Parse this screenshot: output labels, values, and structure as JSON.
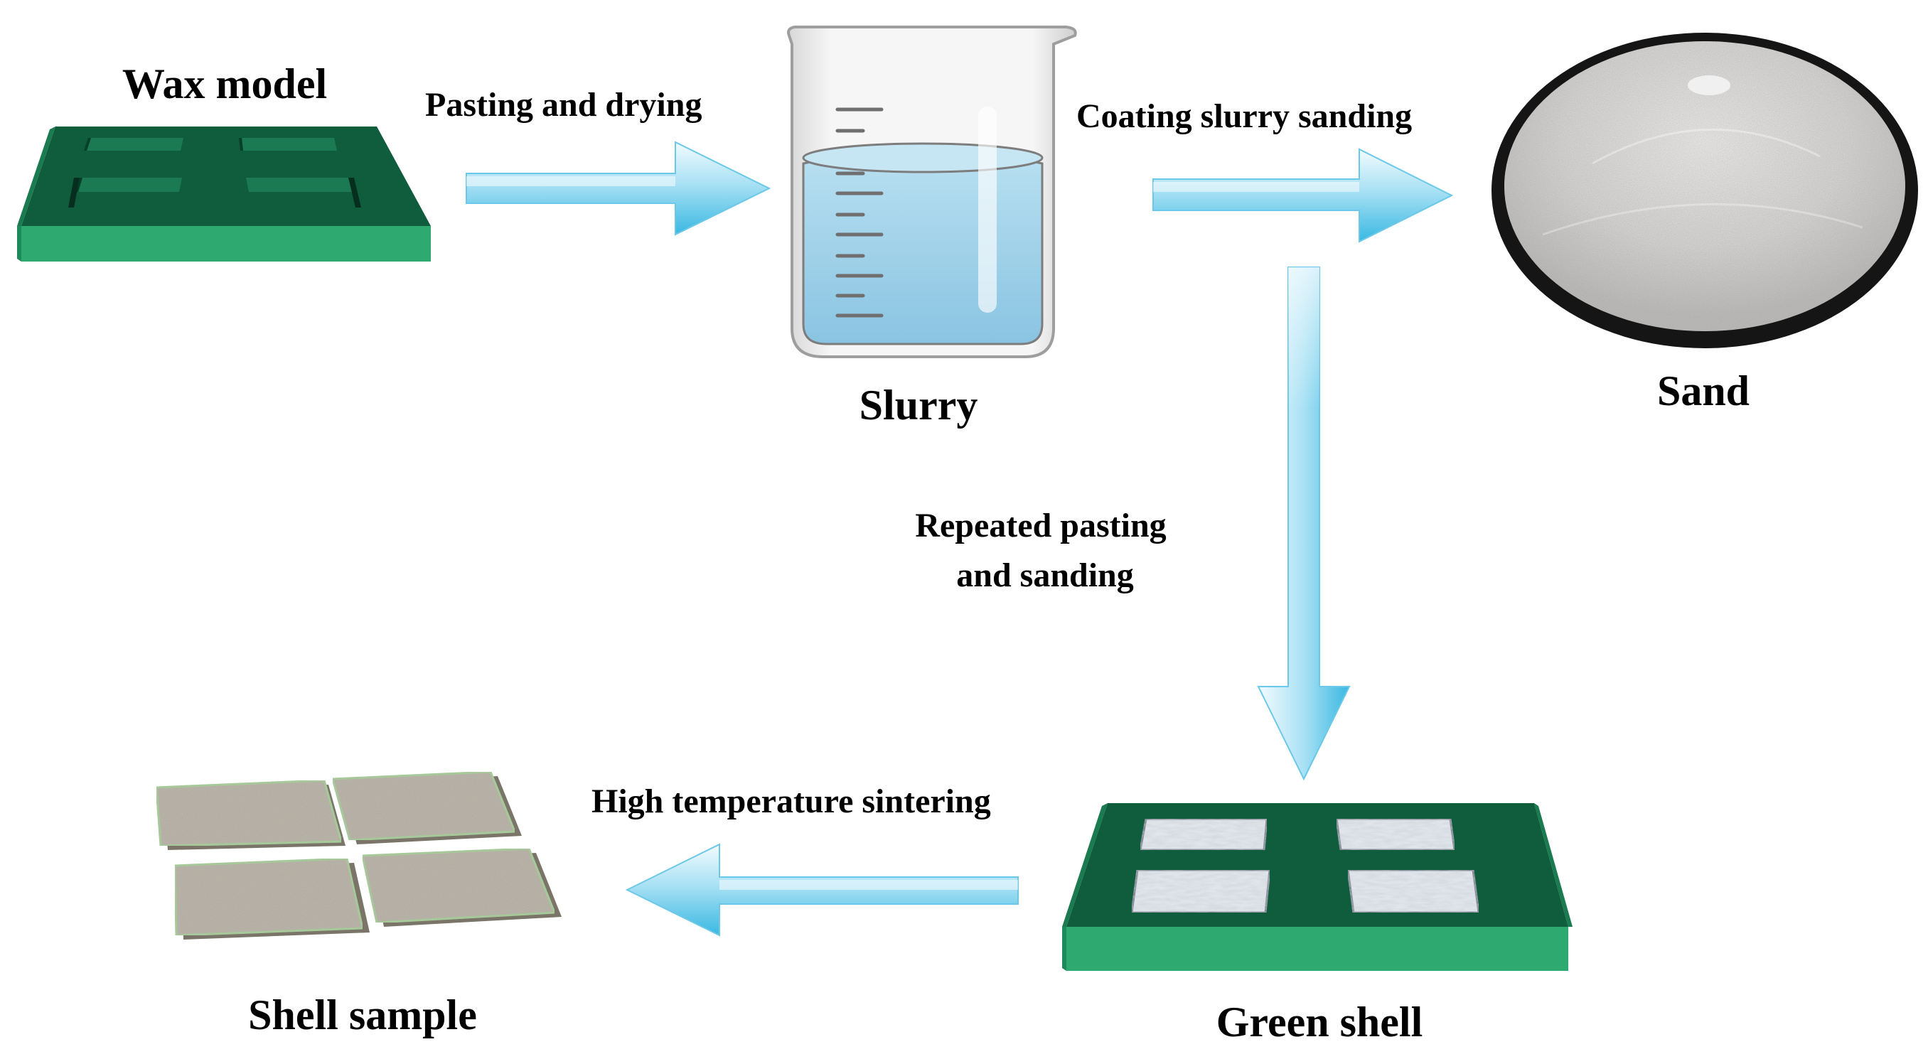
{
  "nodes": {
    "wax_model": "Wax model",
    "slurry": "Slurry",
    "sand": "Sand",
    "green_shell": "Green shell",
    "shell_sample": "Shell sample"
  },
  "steps": {
    "pasting_drying": "Pasting and drying",
    "coating_slurry_sanding": "Coating slurry sanding",
    "repeated_line1": "Repeated pasting",
    "repeated_line2": "and sanding",
    "high_temp_sintering": "High temperature sintering"
  },
  "colors": {
    "mold_green": "#0f5d3c",
    "mold_edge": "#2ea96f",
    "arrow_light": "#e8f8fd",
    "arrow_mid": "#8fd7f0",
    "arrow_dark": "#3dbfe6",
    "water": "#9fd2ea",
    "sand": "#d8d8d8",
    "ceramic": "#b8b2a6"
  }
}
